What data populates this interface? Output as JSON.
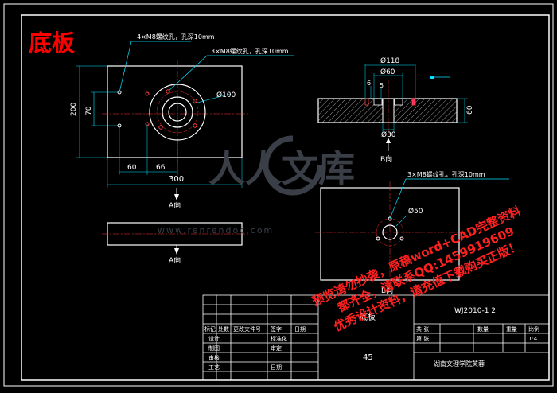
{
  "title": "底板",
  "front_view": {
    "hole_note_1": "4×M8螺纹孔，孔深10mm",
    "hole_note_2": "3×M8螺纹孔，孔深10mm",
    "dim_height": "200",
    "dim_70": "70",
    "dim_60": "60",
    "dim_66": "66",
    "dim_300": "300",
    "dim_dia100": "Ø100",
    "view_arrow": "A向"
  },
  "section_view": {
    "dim_dia118": "Ø118",
    "dim_dia60": "Ø60",
    "dim_6": "6",
    "dim_5": "5",
    "dim_dia30": "Ø30",
    "dim_60": "60",
    "view_arrow": "B向"
  },
  "side_view": {
    "view_label": "A向"
  },
  "bottom_view": {
    "hole_note": "3×M8螺纹孔，孔深10mm",
    "dim_dia50": "Ø50",
    "view_label": "B向"
  },
  "watermark": {
    "logo_text": "人人文库",
    "url": "www.renrendoc.com",
    "notice_1": "预览请勿抄袭，原稿word+CAD完整资料",
    "notice_2": "都齐全，请联系QQ:1459919609",
    "notice_3": "优秀设计资料，请充值下载购买正版！"
  },
  "title_block": {
    "drawing_no": "WJ2010-1 2",
    "part_name": "底板",
    "material_no": "45",
    "headers": [
      "标记",
      "处数",
      "更改文件号",
      "签字",
      "日期"
    ],
    "roles_left": [
      "设计",
      "制图",
      "审核",
      "工艺"
    ],
    "roles_right": [
      "标准化",
      "审定",
      "",
      "日期"
    ],
    "info_headers": [
      "共 张",
      "数量",
      "重量",
      "比例"
    ],
    "sheet_label": "第 张",
    "sheet_no": "1",
    "scale": "1:4",
    "school": "湖南文理学院芙蓉"
  },
  "colors": {
    "background": "#000000",
    "line": "#ffffff",
    "title_red": "#ff0000",
    "dim_cyan": "#00e5ff",
    "watermark_red": "#ff2020",
    "logo_gray": "#3a3f47"
  }
}
